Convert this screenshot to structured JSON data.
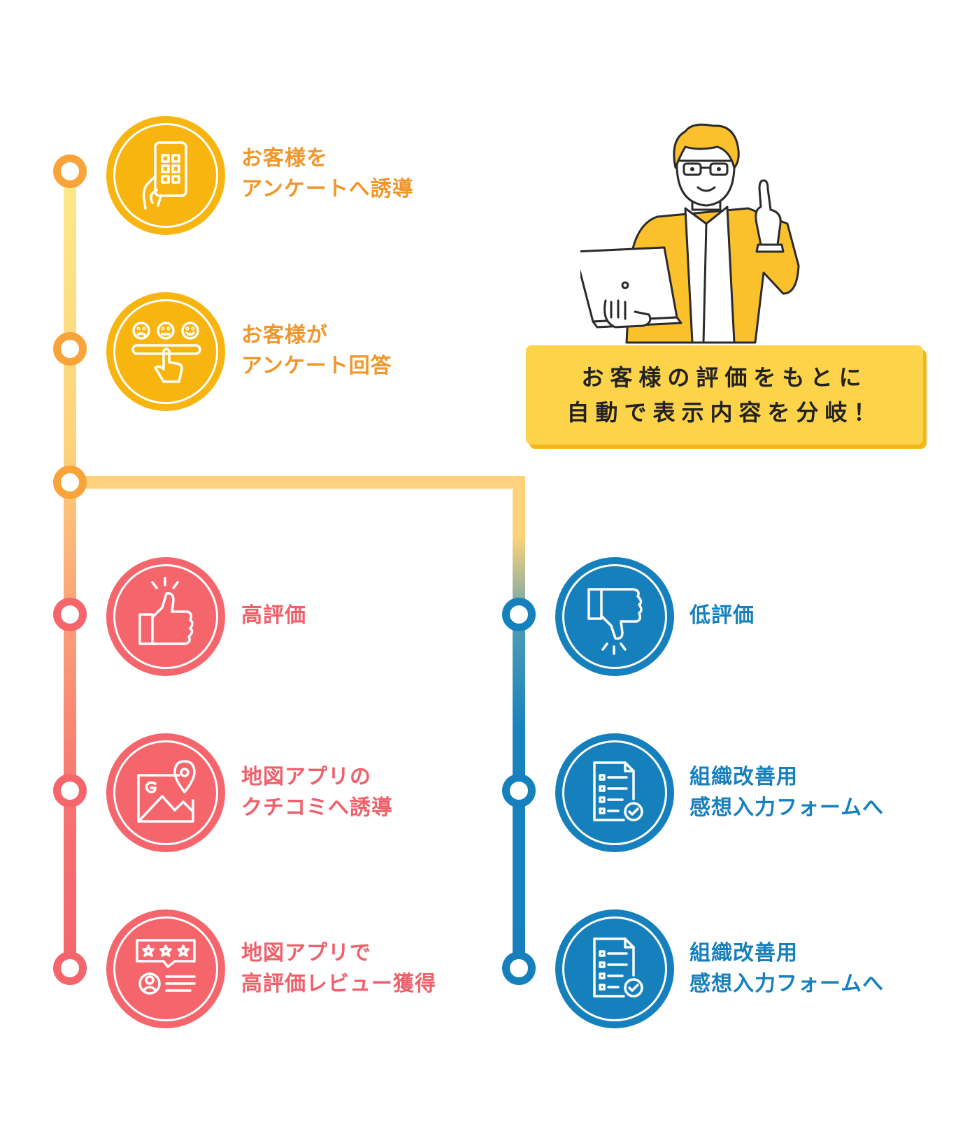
{
  "steps": [
    {
      "lines": [
        "お客様を",
        "アンケートへ誘導"
      ],
      "icon": "qr-code-phone-icon"
    },
    {
      "lines": [
        "お客様が",
        "アンケート回答"
      ],
      "icon": "satisfaction-survey-icon"
    }
  ],
  "high_branch": [
    {
      "lines": [
        "高評価"
      ],
      "icon": "thumbs-up-icon"
    },
    {
      "lines": [
        "地図アプリの",
        "クチコミへ誘導"
      ],
      "icon": "map-pin-icon"
    },
    {
      "lines": [
        "地図アプリで",
        "高評価レビュー獲得"
      ],
      "icon": "star-review-icon"
    }
  ],
  "low_branch": [
    {
      "lines": [
        "低評価"
      ],
      "icon": "thumbs-down-icon"
    },
    {
      "lines": [
        "組織改善用",
        "感想入力フォームへ"
      ],
      "icon": "checklist-form-icon"
    },
    {
      "lines": [
        "組織改善用",
        "感想入力フォームへ"
      ],
      "icon": "checklist-form-icon"
    }
  ],
  "callout": {
    "lines": [
      "お客様の評価をもとに",
      "自動で表示内容を分岐！"
    ]
  },
  "illustration": "businessman-with-laptop",
  "colors": {
    "orange": "#f0962a",
    "yellow": "#f8b40f",
    "red": "#f0606a",
    "blue": "#1680bd",
    "callout_bg": "#fdd34a"
  }
}
